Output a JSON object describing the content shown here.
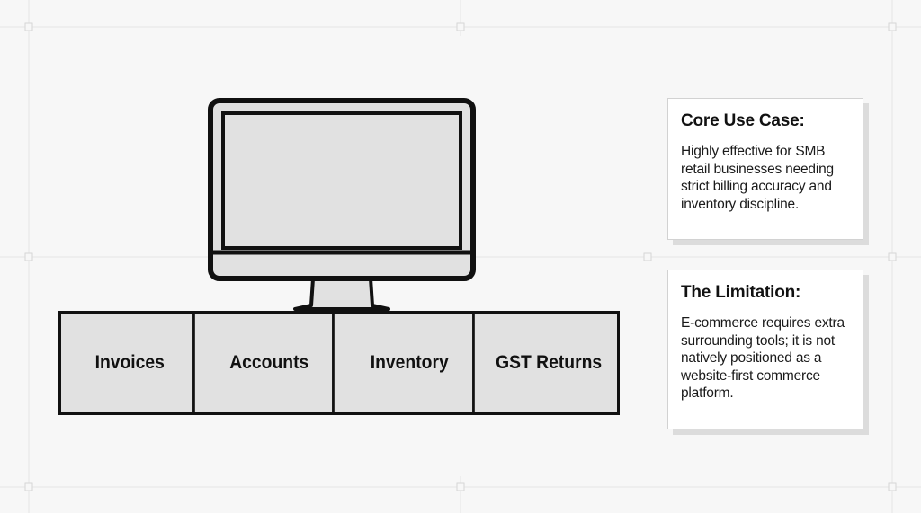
{
  "modules": [
    "Invoices",
    "Accounts",
    "Inventory",
    "GST Returns"
  ],
  "cards": [
    {
      "heading": "Core Use Case:",
      "body": "Highly effective for SMB retail businesses needing strict billing accuracy and inventory discipline."
    },
    {
      "heading": "The Limitation:",
      "body": "E-commerce requires extra surrounding tools; it is not natively positioned as a website-first commerce platform."
    }
  ]
}
